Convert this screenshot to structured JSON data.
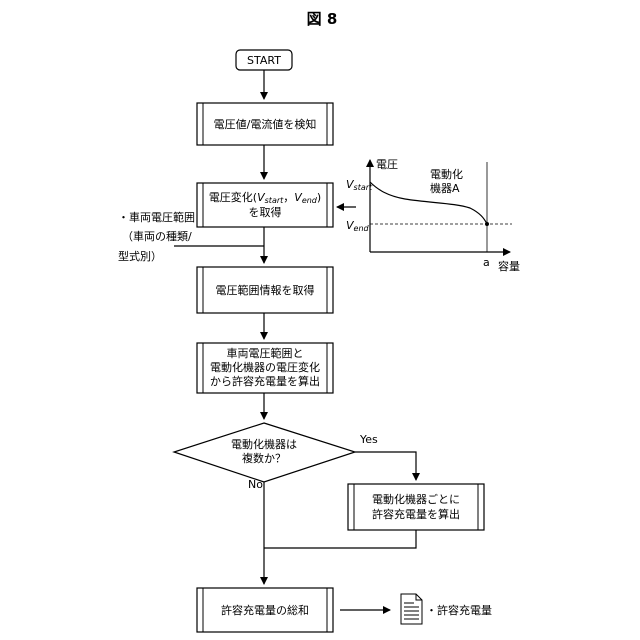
{
  "figure_title": "図 8",
  "start_label": "START",
  "steps": {
    "step1": "電圧値/電流値を検知",
    "step2_line1_pre": "電圧変化(",
    "step2_v1": "V",
    "step2_v1_sub": "start",
    "step2_sep": "，",
    "step2_v2": "V",
    "step2_v2_sub": "end",
    "step2_line1_post": ")",
    "step2_line2": "を取得",
    "step3": "電圧範囲情報を取得",
    "step4_line1": "車両電圧範囲と",
    "step4_line2": "電動化機器の電圧変化",
    "step4_line3": "から許容充電量を算出",
    "decision_line1": "電動化機器は",
    "decision_line2": "複数か？",
    "yes_label": "Yes",
    "no_label": "No",
    "step5_line1": "電動化機器ごとに",
    "step5_line2": "許容充電量を算出",
    "step6": "許容充電量の総和"
  },
  "input_note": {
    "line1": "・車両電圧範囲",
    "line2": "（車両の種類/",
    "line3": "型式別）"
  },
  "output_note": "・許容充電量",
  "graph": {
    "y_axis_label": "電圧",
    "x_axis_label": "容量",
    "device_label_line1": "電動化",
    "device_label_line2": "機器A",
    "v_start": "V",
    "v_start_sub": "start",
    "v_end": "V",
    "v_end_sub": "end",
    "x_marker": "a"
  }
}
